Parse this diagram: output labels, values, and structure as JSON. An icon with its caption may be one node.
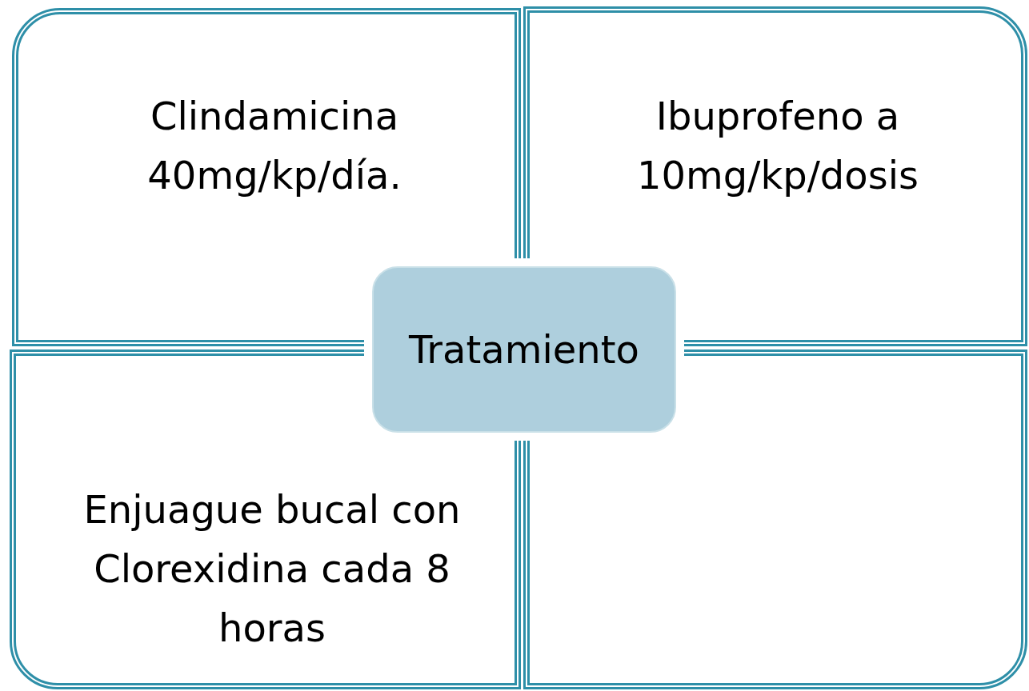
{
  "diagram": {
    "nodes": [
      {
        "text": [
          "Clindamicina 40mg/kp/día."
        ]
      },
      {
        "text": [
          "Ibuprofeno a 10mg/kp/dosis"
        ]
      },
      {
        "text": [
          "Tratamiento"
        ]
      },
      {
        "text": [
          "Enjuague bucal con Clorexidina cada 8 horas"
        ]
      },
      {
        "text": [],
        "shape": "box"
      }
    ]
  }
}
